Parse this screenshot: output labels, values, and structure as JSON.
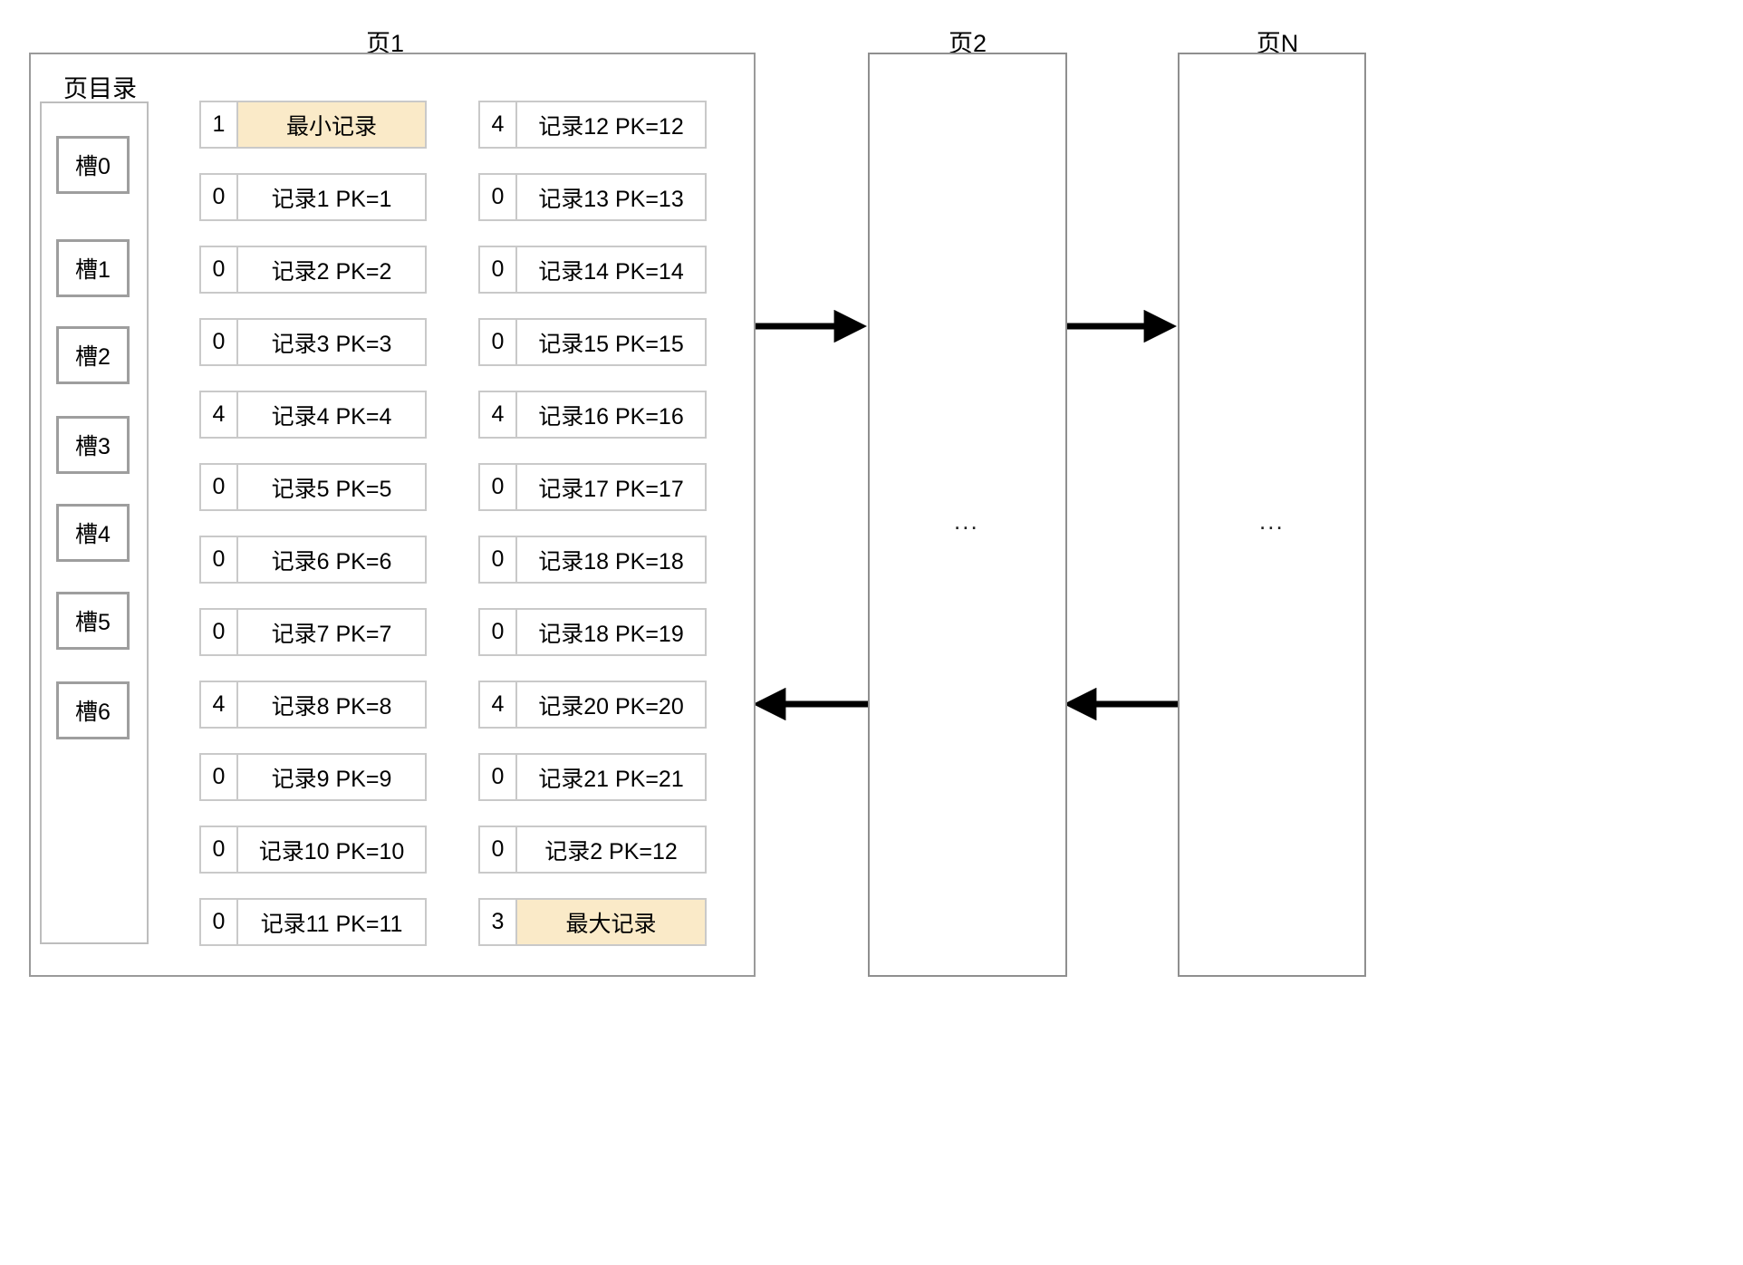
{
  "diagram": {
    "title_page1": "页1",
    "title_page2": "页2",
    "title_pagen": "页N",
    "directory_label": "页目录",
    "ellipsis": "...",
    "highlight_color": "#faeac8",
    "border_color": "#c9c9c9",
    "page_border_color": "#9a9a9a"
  },
  "page_directory": {
    "slots": [
      {
        "label": "槽0"
      },
      {
        "label": "槽1"
      },
      {
        "label": "槽2"
      },
      {
        "label": "槽3"
      },
      {
        "label": "槽4"
      },
      {
        "label": "槽5"
      },
      {
        "label": "槽6"
      }
    ]
  },
  "records_left": [
    {
      "count": "1",
      "label": "最小记录",
      "highlight": true
    },
    {
      "count": "0",
      "label": "记录1 PK=1",
      "highlight": false
    },
    {
      "count": "0",
      "label": "记录2 PK=2",
      "highlight": false
    },
    {
      "count": "0",
      "label": "记录3 PK=3",
      "highlight": false
    },
    {
      "count": "4",
      "label": "记录4 PK=4",
      "highlight": false
    },
    {
      "count": "0",
      "label": "记录5 PK=5",
      "highlight": false
    },
    {
      "count": "0",
      "label": "记录6 PK=6",
      "highlight": false
    },
    {
      "count": "0",
      "label": "记录7 PK=7",
      "highlight": false
    },
    {
      "count": "4",
      "label": "记录8 PK=8",
      "highlight": false
    },
    {
      "count": "0",
      "label": "记录9 PK=9",
      "highlight": false
    },
    {
      "count": "0",
      "label": "记录10 PK=10",
      "highlight": false
    },
    {
      "count": "0",
      "label": "记录11 PK=11",
      "highlight": false
    }
  ],
  "records_right": [
    {
      "count": "4",
      "label": "记录12 PK=12",
      "highlight": false
    },
    {
      "count": "0",
      "label": "记录13 PK=13",
      "highlight": false
    },
    {
      "count": "0",
      "label": "记录14 PK=14",
      "highlight": false
    },
    {
      "count": "0",
      "label": "记录15 PK=15",
      "highlight": false
    },
    {
      "count": "4",
      "label": "记录16 PK=16",
      "highlight": false
    },
    {
      "count": "0",
      "label": "记录17 PK=17",
      "highlight": false
    },
    {
      "count": "0",
      "label": "记录18 PK=18",
      "highlight": false
    },
    {
      "count": "0",
      "label": "记录18 PK=19",
      "highlight": false
    },
    {
      "count": "4",
      "label": "记录20 PK=20",
      "highlight": false
    },
    {
      "count": "0",
      "label": "记录21 PK=21",
      "highlight": false
    },
    {
      "count": "0",
      "label": "记录2 PK=12",
      "highlight": false
    },
    {
      "count": "3",
      "label": "最大记录",
      "highlight": true
    }
  ]
}
